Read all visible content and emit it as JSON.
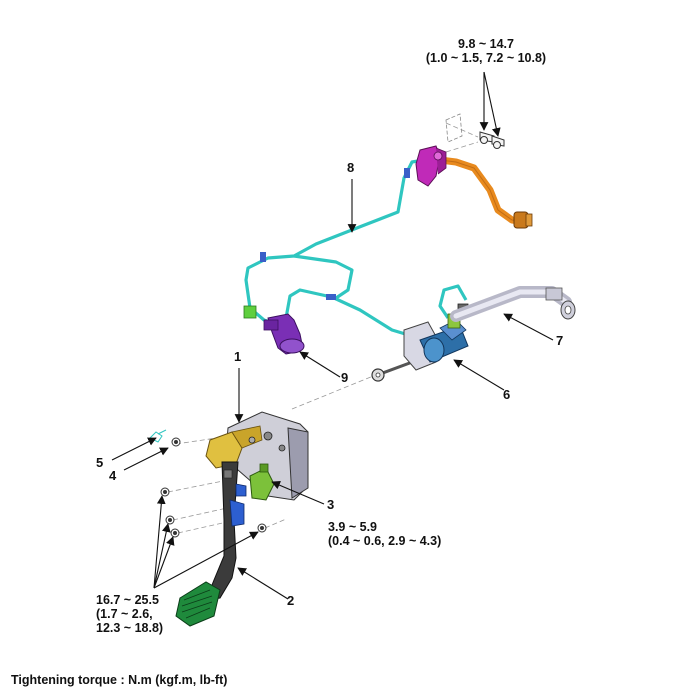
{
  "callouts": {
    "c1": "1",
    "c2": "2",
    "c3": "3",
    "c4": "4",
    "c5": "5",
    "c6": "6",
    "c7": "7",
    "c8": "8",
    "c9": "9"
  },
  "torques": {
    "top_line1": "9.8 ~ 14.7",
    "top_line2": "(1.0 ~ 1.5, 7.2 ~ 10.8)",
    "mid_line1": "3.9 ~ 5.9",
    "mid_line2": "(0.4 ~ 0.6, 2.9 ~ 4.3)",
    "left_line1": "16.7 ~ 25.5",
    "left_line2": "(1.7 ~ 2.6,",
    "left_line3": "12.3 ~ 18.8)"
  },
  "footer": {
    "legend": "Tightening torque : N.m (kgf.m, lb-ft)"
  },
  "colors": {
    "pipe": "#2fc6c0",
    "hose": "#e88a1e",
    "master_cylinder": "#2d6fa8",
    "reservoir": "#7a2fb5",
    "bracket_magenta": "#c02ab8",
    "pedal_pad": "#1f8a3c",
    "switch": "#7cc13a",
    "pedal_arm": "#3b3b3b",
    "bracket_yellow": "#e0c040"
  }
}
